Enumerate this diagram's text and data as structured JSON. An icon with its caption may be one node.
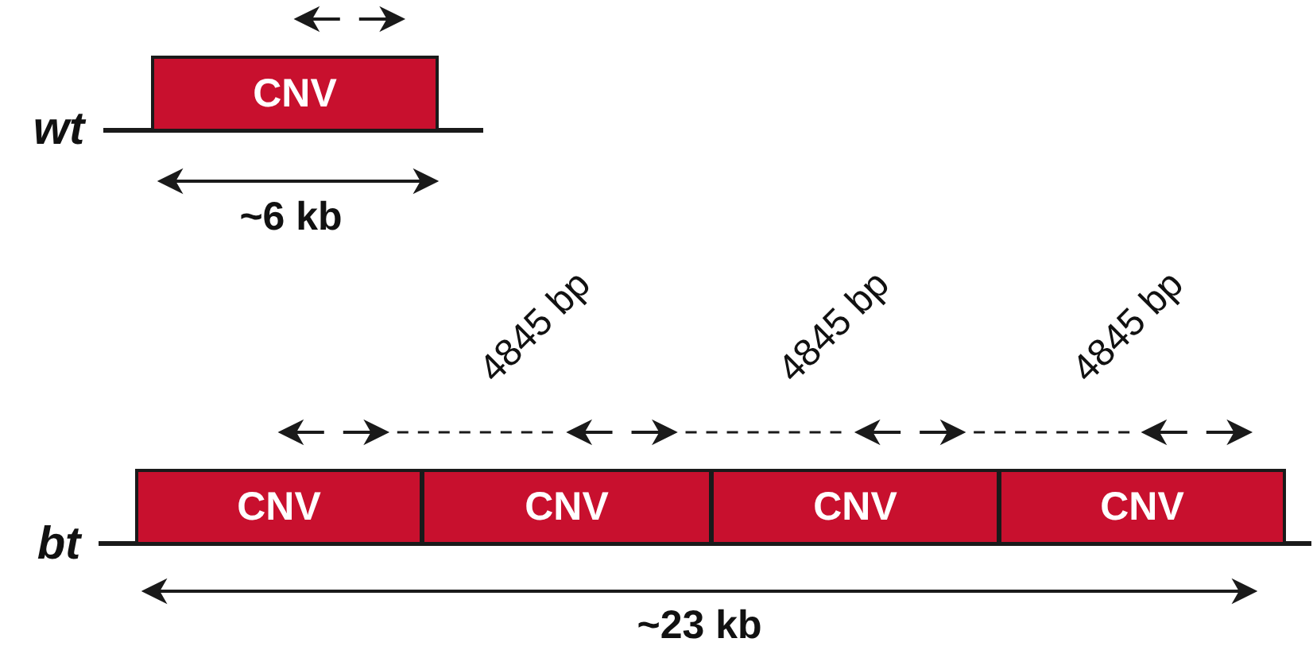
{
  "diagram": {
    "nodes": [
      {
        "text": [
          "CNV"
        ]
      },
      {
        "text": [
          "CNV"
        ]
      },
      {
        "text": [
          "CNV"
        ]
      },
      {
        "text": [
          "CNV"
        ]
      },
      {
        "text": [
          "CNV"
        ]
      }
    ],
    "labels": [
      "wt",
      "~6 kb",
      "4845 bp",
      "4845 bp",
      "4845 bp",
      "bt",
      "~23 kb"
    ]
  }
}
